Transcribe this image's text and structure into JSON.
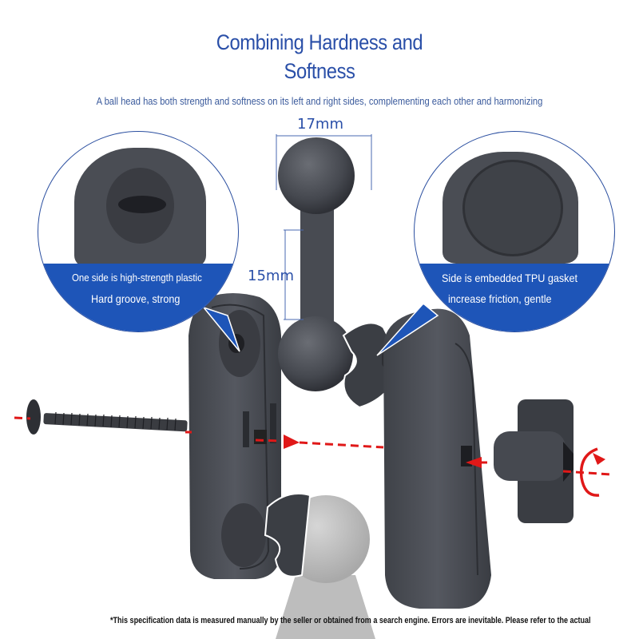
{
  "header": {
    "title_line1": "Combining Hardness and",
    "title_line2": "Softness",
    "subtitle": "A ball head has both strength and softness on its left and right sides, complementing each other and harmonizing"
  },
  "dimensions": {
    "ball_diameter": "17mm",
    "neck_length": "15mm"
  },
  "callouts": {
    "left": {
      "line1": "One side is high-strength plastic",
      "line2": "Hard groove, strong"
    },
    "right": {
      "line1": "Side is embedded TPU gasket",
      "line2": "increase friction, gentle"
    }
  },
  "footnote": "*This specification data is measured manually by the seller or obtained from a search engine. Errors are inevitable. Please refer to the actual",
  "colors": {
    "accent_blue": "#1e55b8",
    "title_blue": "#2a4fa8",
    "part_gray": "#4a4d54",
    "arrow_red": "#e01818",
    "ghost_gray": "#b9b9b9"
  }
}
